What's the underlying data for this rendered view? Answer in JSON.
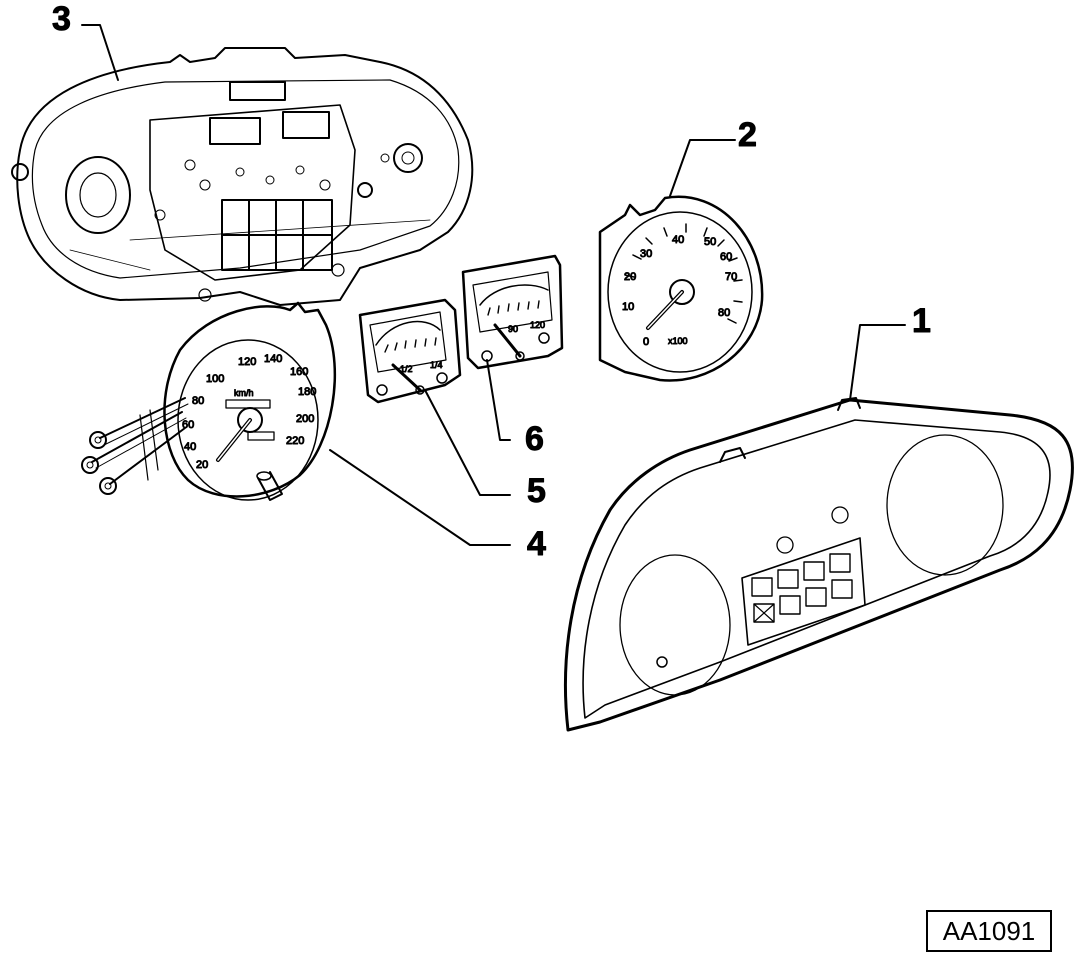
{
  "diagram": {
    "callouts": [
      "1",
      "2",
      "3",
      "4",
      "5",
      "6"
    ],
    "reference_code": "AA1091",
    "tachometer_scale": [
      "0",
      "10",
      "20",
      "30",
      "40",
      "50",
      "60",
      "70",
      "80"
    ],
    "tachometer_unit": "x100",
    "speedometer_scale": [
      "20",
      "40",
      "60",
      "80",
      "100",
      "120",
      "140",
      "160",
      "180",
      "200",
      "220"
    ],
    "speedometer_unit": "km/h",
    "fuel_gauge_scale": [
      "1/2",
      "1/4"
    ],
    "temp_gauge_scale": [
      "90",
      "120"
    ]
  }
}
